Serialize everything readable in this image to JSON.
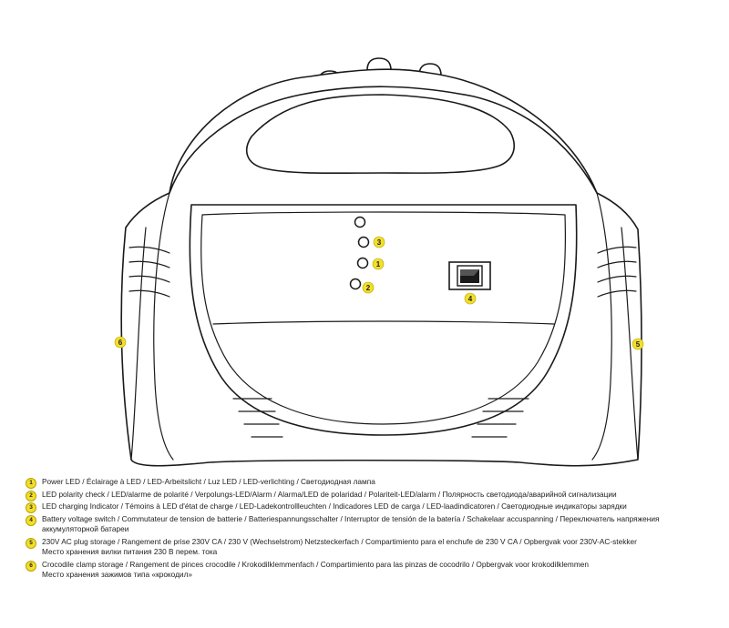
{
  "callouts": {
    "c1": "1",
    "c2": "2",
    "c3": "3",
    "c4": "4",
    "c5": "5",
    "c6": "6"
  },
  "legend": [
    {
      "num": "1",
      "line1": "Power LED  / Éclairage à LED / LED-Arbeitslicht / Luz LED / LED-verlichting / Светодиодная лампа",
      "line2": ""
    },
    {
      "num": "2",
      "line1": "LED polarity check /  LED/alarme de polarité / Verpolungs-LED/Alarm / Alarma/LED de polaridad / Polariteit-LED/alarm / Полярность светодиода/аварийной сигнализации",
      "line2": ""
    },
    {
      "num": "3",
      "line1": "LED charging Indicator / Témoins à LED d'état de charge / LED-Ladekontrollleuchten / Indicadores LED de carga / LED-laadindicatoren / Светодиодные индикаторы зарядки",
      "line2": ""
    },
    {
      "num": "4",
      "line1": "Battery voltage switch / Commutateur de tension de batterie / Batteriespannungsschalter / Interruptor de tensión de la batería / Schakelaar accuspanning / Переключатель напряжения",
      "line2": "аккумуляторной батареи"
    },
    {
      "num": "5",
      "line1": "230V AC plug storage / Rangement de prise 230V CA / 230 V (Wechselstrom) Netzsteckerfach / Compartimiento para el enchufe de 230 V CA / Opbergvak voor 230V-AC-stekker",
      "line2": "Место хранения вилки питания 230 В перем. тока"
    },
    {
      "num": "6",
      "line1": "Crocodile clamp storage / Rangement de pinces crocodile / Krokodilklemmenfach / Compartimiento para las pinzas de cocodrilo / Opbergvak voor krokodilklemmen",
      "line2": "Место хранения зажимов типа «крокодил»"
    }
  ]
}
